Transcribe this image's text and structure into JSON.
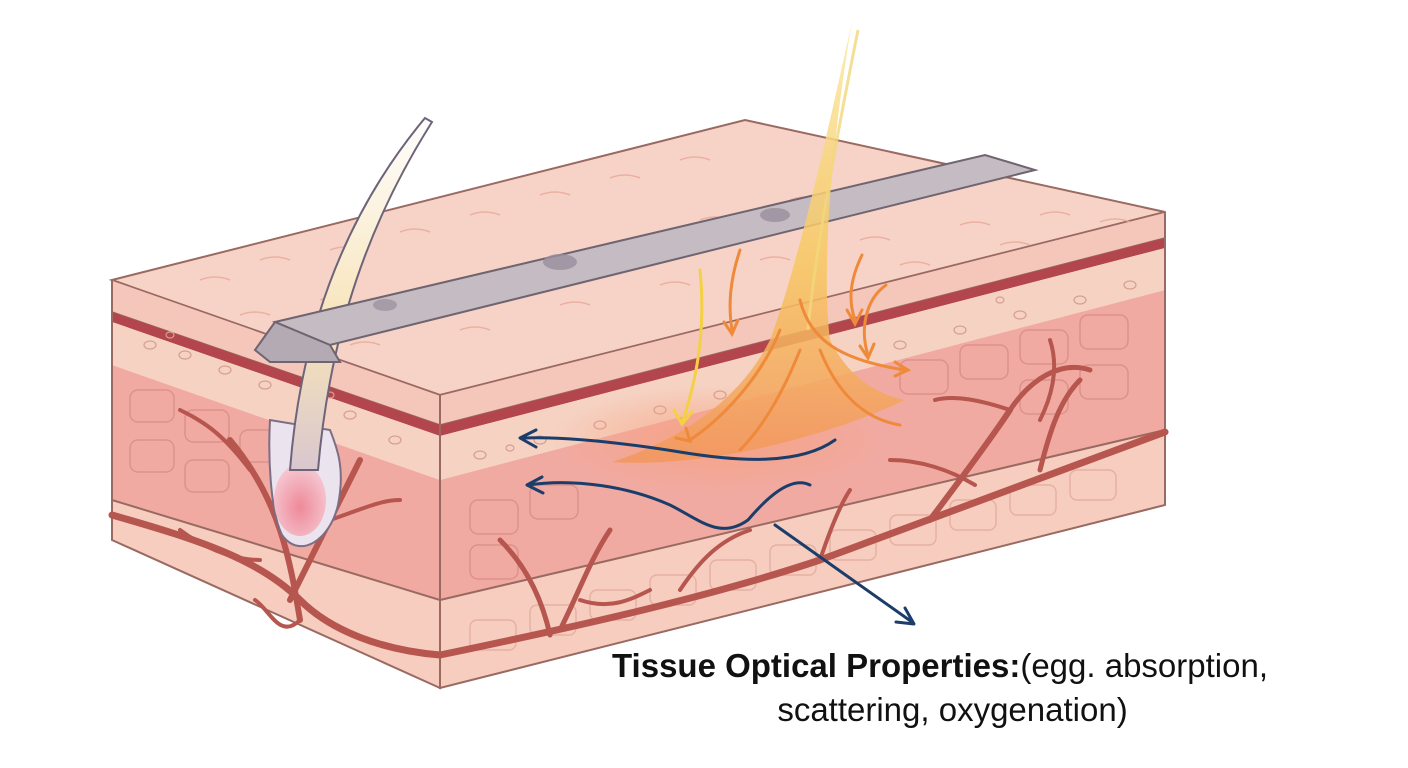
{
  "caption": {
    "heading": "Tissue Optical Properties:",
    "line1_rest": "(egg. absorption,",
    "line2": "scattering, oxygenation)"
  },
  "colors": {
    "epidermis_top": "#f7d3c7",
    "epidermis_lines": "#e8a898",
    "membrane": "#b3464d",
    "papillary": "#f4cabd",
    "dermis": "#f0a9a2",
    "deep_dermis": "#f6cdbf",
    "vessels": "#b6564f",
    "hair": "#c9c2cf",
    "hair_bulb": "#f08f99",
    "probe": "#b6aeb6",
    "light_beam": "#f4c25b",
    "scatter_arrows": "#ee8a3a",
    "photon_path": "#1b3d6a",
    "outline": "#8e5a55"
  }
}
